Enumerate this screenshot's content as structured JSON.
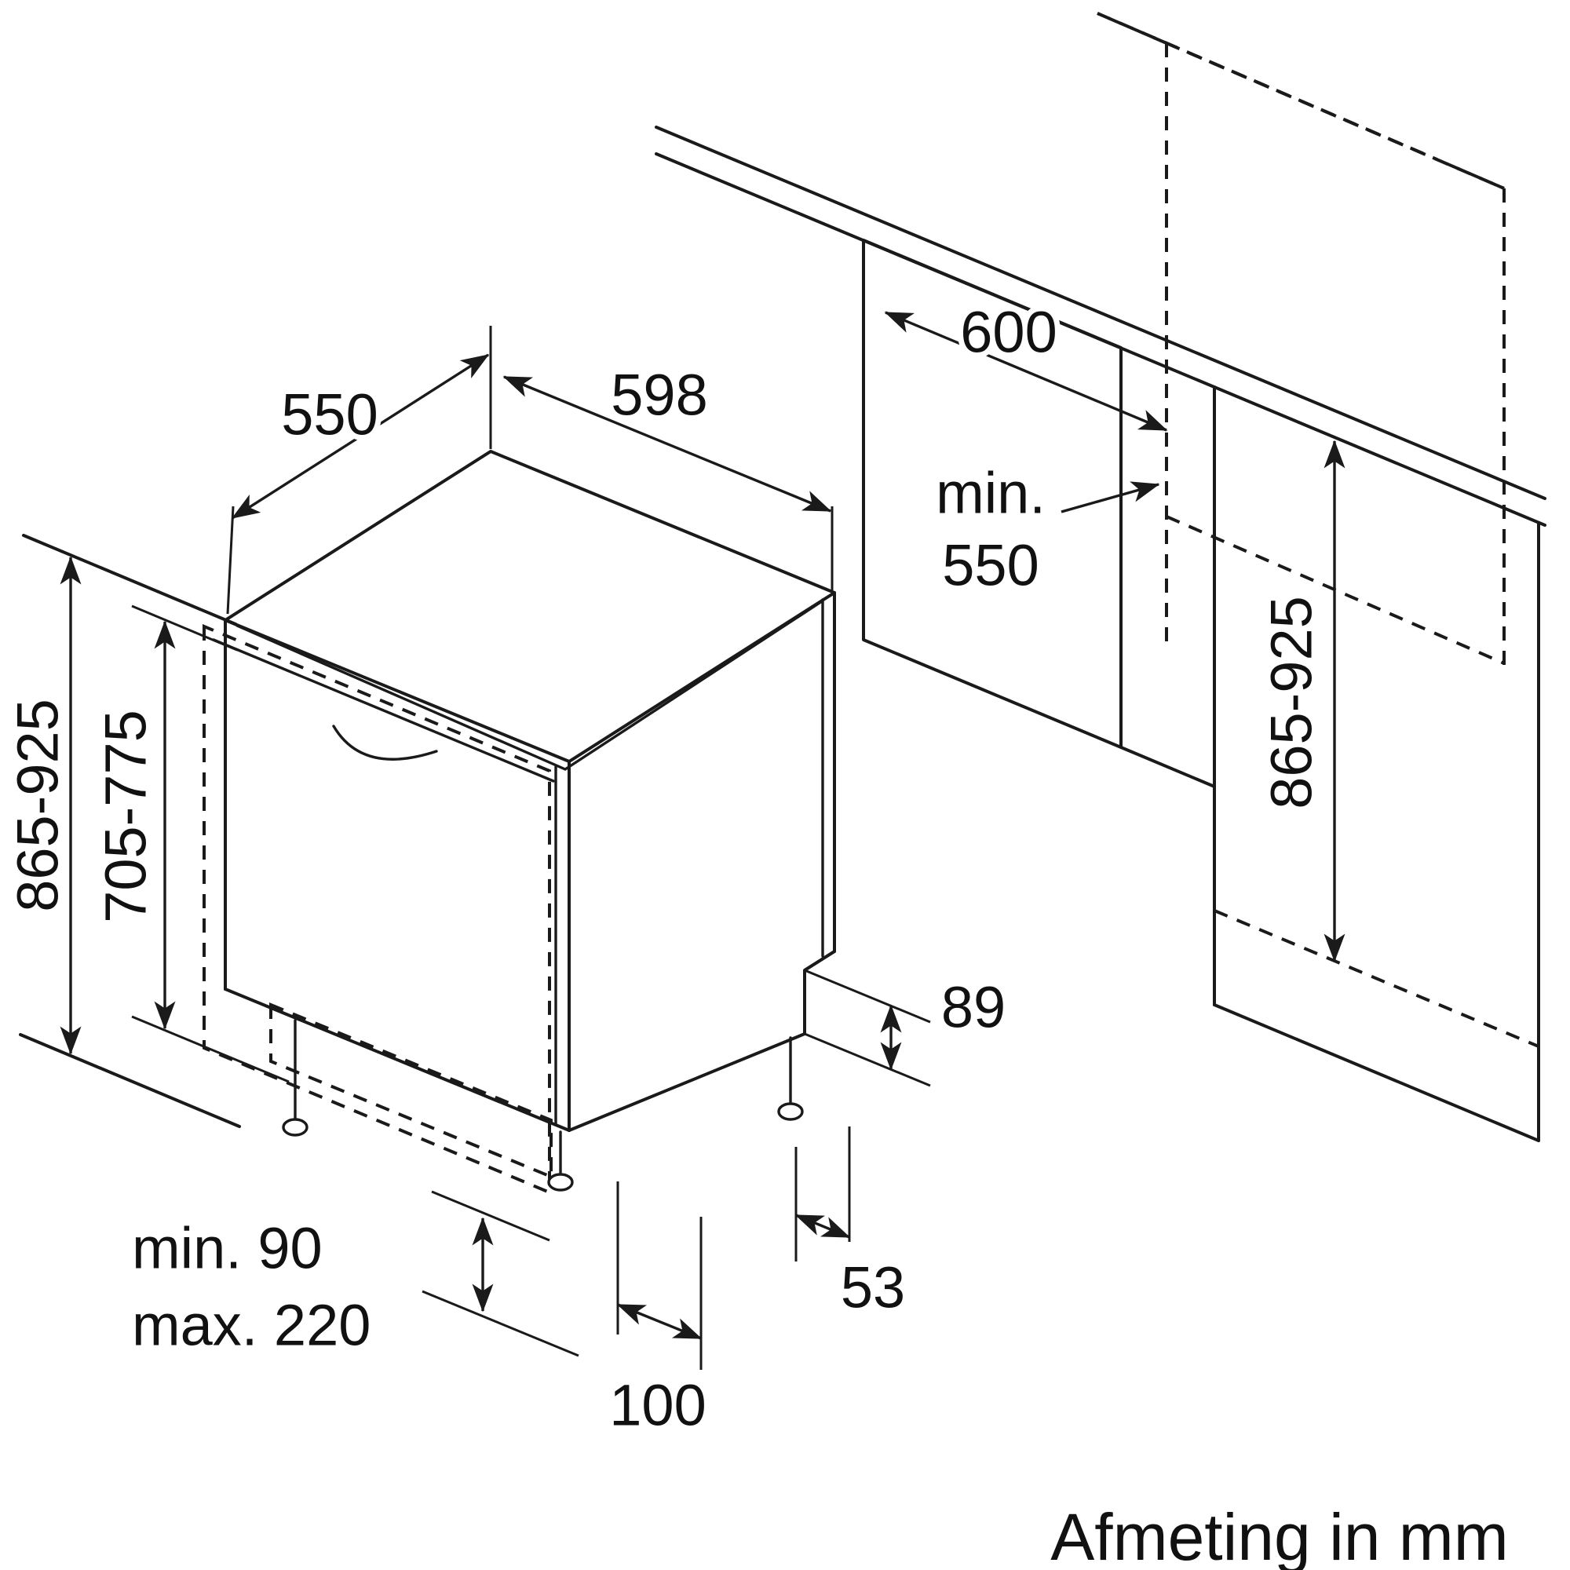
{
  "caption": "Afmeting in mm",
  "units": "mm",
  "dimensions": {
    "appliance_depth": "550",
    "appliance_width": "598",
    "worktop_depth": "600",
    "niche_depth_prefix": "min.",
    "niche_depth_value": "550",
    "niche_height": "865-925",
    "appliance_height": "865-925",
    "door_panel_height": "705-775",
    "rear_step_height": "89",
    "rear_foot_offset": "53",
    "front_foot_offset": "100",
    "plinth_min": "min. 90",
    "plinth_max": "max. 220"
  }
}
